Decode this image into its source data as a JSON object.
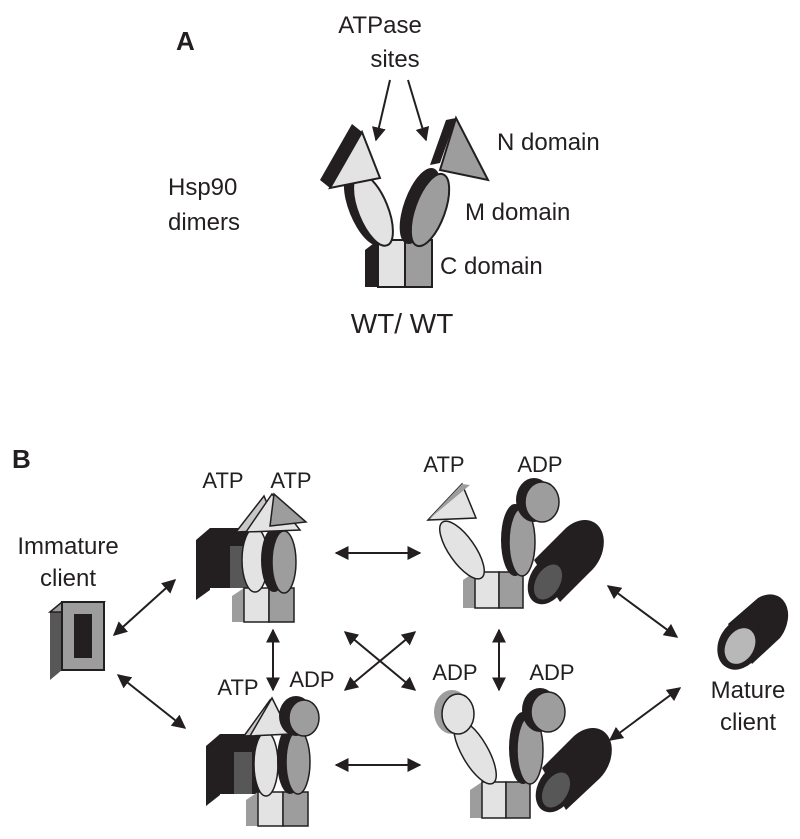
{
  "panel_a": {
    "letter": "A",
    "atpase_line1": "ATPase",
    "atpase_line2": "sites",
    "hsp90_line1": "Hsp90",
    "hsp90_line2": "dimers",
    "n_domain": "N domain",
    "m_domain": "M domain",
    "c_domain": "C domain",
    "genotype": "WT/ WT"
  },
  "panel_b": {
    "letter": "B",
    "immature_line1": "Immature",
    "immature_line2": "client",
    "mature_line1": "Mature",
    "mature_line2": "client",
    "tl_left": "ATP",
    "tl_right": "ATP",
    "tr_left": "ATP",
    "tr_right": "ADP",
    "bl_left": "ATP",
    "bl_right": "ADP",
    "br_left": "ADP",
    "br_right": "ADP"
  },
  "colors": {
    "black": "#231f20",
    "dark_gray": "#575757",
    "mid_gray": "#9d9d9d",
    "light_gray": "#e3e3e3",
    "client_dark": "#2b2b2b"
  }
}
